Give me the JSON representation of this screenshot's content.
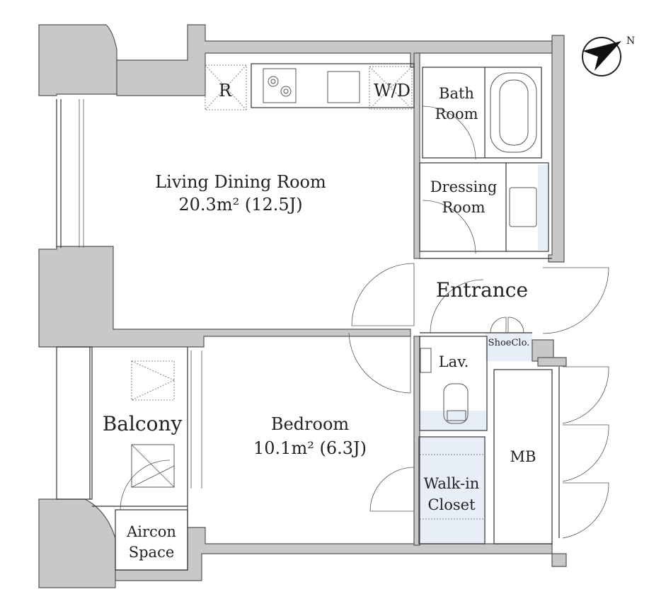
{
  "plan": {
    "rooms": {
      "living": {
        "name": "Living Dining Room",
        "area": "20.3m² (12.5J)"
      },
      "bedroom": {
        "name": "Bedroom",
        "area": "10.1m² (6.3J)"
      },
      "balcony": {
        "name": "Balcony"
      },
      "aircon": {
        "line1": "Aircon",
        "line2": "Space"
      },
      "bath": {
        "line1": "Bath",
        "line2": "Room"
      },
      "dressing": {
        "line1": "Dressing",
        "line2": "Room"
      },
      "entrance": {
        "name": "Entrance"
      },
      "shoe": {
        "name": "ShoeClo."
      },
      "lav": {
        "name": "Lav."
      },
      "walkin": {
        "line1": "Walk-in",
        "line2": "Closet"
      },
      "mb": {
        "name": "MB"
      }
    },
    "fixtures": {
      "refrigerator": "R",
      "washer_dryer": "W/D"
    },
    "compass": {
      "label": "N"
    },
    "colors": {
      "wall": "#c8c8c8",
      "storage_floor": "#e8eef7"
    }
  }
}
